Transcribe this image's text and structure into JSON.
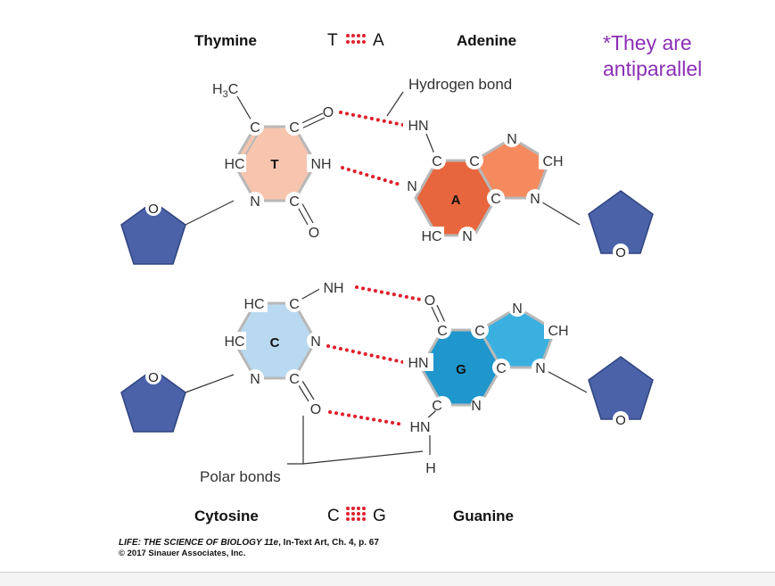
{
  "annotation": {
    "line1": "*They are",
    "line2": "antiparallel"
  },
  "top_pair": {
    "left_name": "Thymine",
    "right_name": "Adenine",
    "pair_left": "T",
    "pair_right": "A",
    "hydrogen_bond_label": "Hydrogen bond",
    "thymine": {
      "ring_label": "T",
      "h3c": "H₃C",
      "atoms": [
        "C",
        "C",
        "HC",
        "NH",
        "N",
        "C",
        "O",
        "O"
      ]
    },
    "adenine": {
      "ring_label": "A",
      "atoms": [
        "HN",
        "C",
        "C",
        "N",
        "CH",
        "N",
        "C",
        "HC",
        "N",
        "N"
      ]
    }
  },
  "bottom_pair": {
    "left_name": "Cytosine",
    "right_name": "Guanine",
    "pair_left": "C",
    "pair_right": "G",
    "polar_bonds_label": "Polar bonds",
    "cytosine": {
      "ring_label": "C",
      "atoms": [
        "NH",
        "HC",
        "C",
        "HC",
        "N",
        "N",
        "C",
        "O"
      ]
    },
    "guanine": {
      "ring_label": "G",
      "atoms": [
        "O",
        "C",
        "C",
        "N",
        "CH",
        "HN",
        "C",
        "N",
        "C",
        "N",
        "HN",
        "H"
      ]
    }
  },
  "sugar_atom": "O",
  "credit": {
    "title": "LIFE: THE SCIENCE OF BIOLOGY 11e",
    "ref": ", In-Text Art, Ch. 4, p. 67",
    "copyright": "© 2017 Sinauer Associates, Inc."
  },
  "colors": {
    "thymine": "#f7c5ae",
    "adenine_light": "#f58a5f",
    "adenine_dark": "#e8663d",
    "cytosine": "#b9d9f0",
    "guanine_light": "#3ab0e0",
    "guanine_dark": "#1f96cc",
    "sugar": "#4b62a8",
    "hbond": "#e0202c",
    "annotation": "#8b2fb5"
  }
}
